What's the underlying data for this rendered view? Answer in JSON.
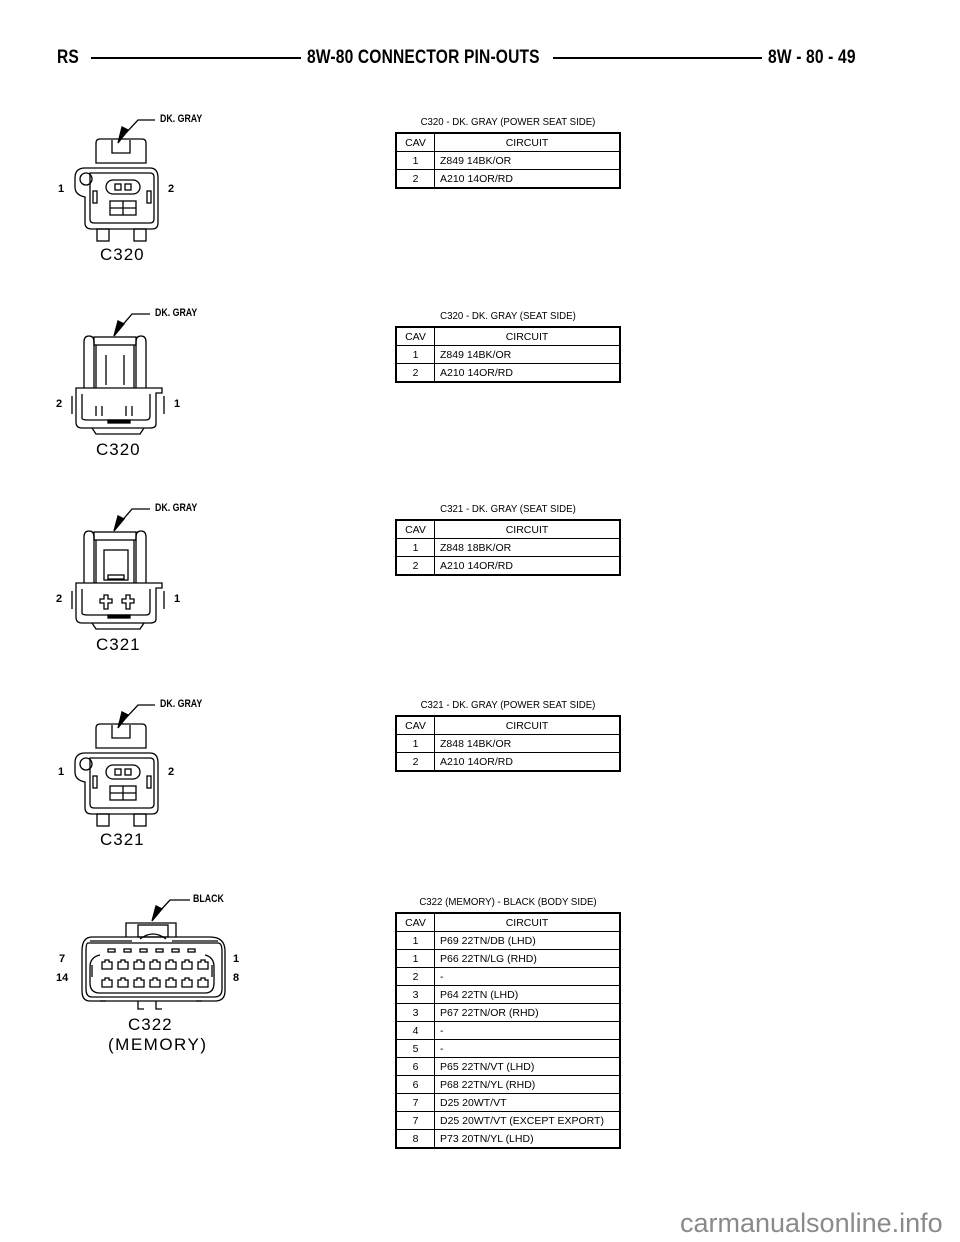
{
  "header": {
    "left": "RS",
    "title": "8W-80 CONNECTOR PIN-OUTS",
    "page": "8W - 80 - 49"
  },
  "connectors": [
    {
      "id": "C320",
      "diagram_label": "C320",
      "color_callout": "DK. GRAY",
      "pin_left": "1",
      "pin_right": "2",
      "caption": "C320 - DK. GRAY (POWER SEAT SIDE)",
      "columns": [
        "CAV",
        "CIRCUIT"
      ],
      "rows": [
        {
          "cav": "1",
          "circuit": "Z849 14BK/OR"
        },
        {
          "cav": "2",
          "circuit": "A210 14OR/RD"
        }
      ]
    },
    {
      "id": "C320-seat",
      "diagram_label": "C320",
      "color_callout": "DK. GRAY",
      "pin_left": "2",
      "pin_right": "1",
      "caption": "C320 - DK. GRAY (SEAT SIDE)",
      "columns": [
        "CAV",
        "CIRCUIT"
      ],
      "rows": [
        {
          "cav": "1",
          "circuit": "Z849 14BK/OR"
        },
        {
          "cav": "2",
          "circuit": "A210 14OR/RD"
        }
      ]
    },
    {
      "id": "C321-seat",
      "diagram_label": "C321",
      "color_callout": "DK. GRAY",
      "pin_left": "2",
      "pin_right": "1",
      "caption": "C321 - DK. GRAY (SEAT SIDE)",
      "columns": [
        "CAV",
        "CIRCUIT"
      ],
      "rows": [
        {
          "cav": "1",
          "circuit": "Z848 18BK/OR"
        },
        {
          "cav": "2",
          "circuit": "A210 14OR/RD"
        }
      ]
    },
    {
      "id": "C321",
      "diagram_label": "C321",
      "color_callout": "DK. GRAY",
      "pin_left": "1",
      "pin_right": "2",
      "caption": "C321 - DK. GRAY (POWER SEAT SIDE)",
      "columns": [
        "CAV",
        "CIRCUIT"
      ],
      "rows": [
        {
          "cav": "1",
          "circuit": "Z848 14BK/OR"
        },
        {
          "cav": "2",
          "circuit": "A210 14OR/RD"
        }
      ]
    },
    {
      "id": "C322",
      "diagram_label": "C322",
      "diagram_sublabel": "(MEMORY)",
      "color_callout": "BLACK",
      "pin_top_left": "7",
      "pin_bottom_left": "14",
      "pin_top_right": "1",
      "pin_bottom_right": "8",
      "caption": "C322 (MEMORY) - BLACK (BODY SIDE)",
      "columns": [
        "CAV",
        "CIRCUIT"
      ],
      "rows": [
        {
          "cav": "1",
          "circuit": "P69 22TN/DB (LHD)"
        },
        {
          "cav": "1",
          "circuit": "P66 22TN/LG (RHD)"
        },
        {
          "cav": "2",
          "circuit": "-"
        },
        {
          "cav": "3",
          "circuit": "P64 22TN (LHD)"
        },
        {
          "cav": "3",
          "circuit": "P67 22TN/OR (RHD)"
        },
        {
          "cav": "4",
          "circuit": "-"
        },
        {
          "cav": "5",
          "circuit": "-"
        },
        {
          "cav": "6",
          "circuit": "P65 22TN/VT (LHD)"
        },
        {
          "cav": "6",
          "circuit": "P68 22TN/YL (RHD)"
        },
        {
          "cav": "7",
          "circuit": "D25 20WT/VT"
        },
        {
          "cav": "7",
          "circuit": "D25 20WT/VT (EXCEPT EXPORT)"
        },
        {
          "cav": "8",
          "circuit": "P73 20TN/YL (LHD)"
        }
      ]
    }
  ],
  "watermark": "carmanualsonline.info"
}
